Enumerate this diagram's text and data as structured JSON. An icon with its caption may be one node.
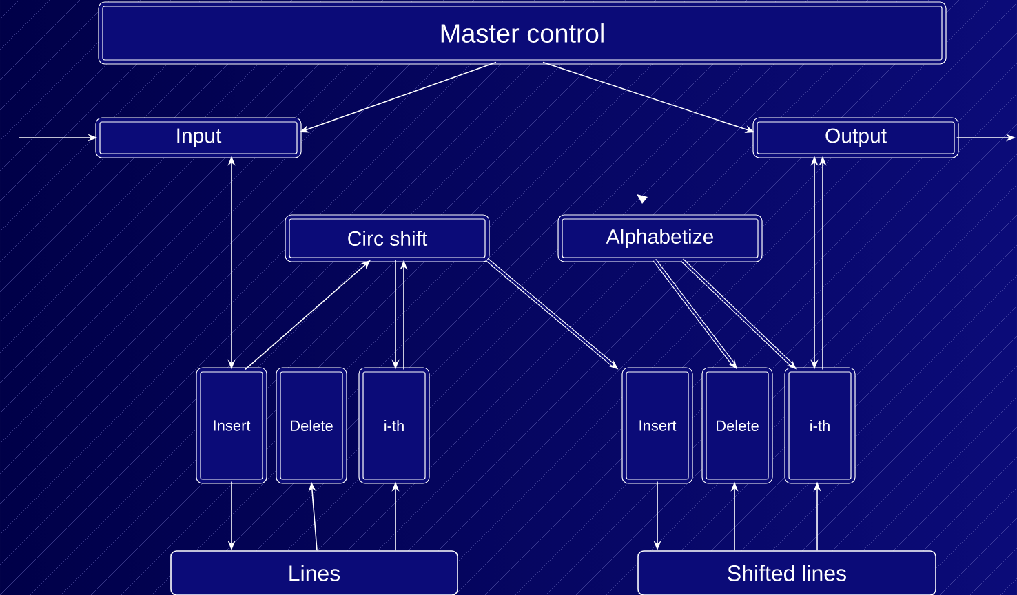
{
  "diagram": {
    "nodes": [
      {
        "text": [
          "Master control"
        ]
      },
      {
        "text": [
          "Input"
        ]
      },
      {
        "text": [
          "Output"
        ]
      },
      {
        "text": [
          "Circ shift"
        ]
      },
      {
        "text": [
          "Alphabetize"
        ]
      },
      {
        "text": [
          "Insert"
        ]
      },
      {
        "text": [
          "Delete"
        ]
      },
      {
        "text": [
          "i-th"
        ]
      },
      {
        "text": [
          "Insert"
        ]
      },
      {
        "text": [
          "Delete"
        ]
      },
      {
        "text": [
          "i-th"
        ]
      },
      {
        "text": [
          "Lines"
        ]
      },
      {
        "text": [
          "Shifted lines"
        ]
      }
    ],
    "edges": [
      {
        "from": null,
        "to": 1,
        "arrow": "to"
      },
      {
        "from": 0,
        "to": 1,
        "arrow": "to"
      },
      {
        "from": 0,
        "to": 2,
        "arrow": "to"
      },
      {
        "from": 2,
        "to": null,
        "arrow": "to"
      },
      {
        "from": 1,
        "to": 5,
        "arrow": "both"
      },
      {
        "from": 5,
        "to": 3,
        "arrow": "to"
      },
      {
        "from": 3,
        "to": 7,
        "arrow": "to"
      },
      {
        "from": 7,
        "to": 3,
        "arrow": "to"
      },
      {
        "from": 3,
        "to": 8,
        "arrow": "to",
        "style": "thick"
      },
      {
        "from": 4,
        "to": 9,
        "arrow": "to",
        "style": "thick"
      },
      {
        "from": 4,
        "to": 10,
        "arrow": "to",
        "style": "thick"
      },
      {
        "from": 10,
        "to": 2,
        "arrow": "both"
      },
      {
        "from": 10,
        "to": 2,
        "arrow": "to"
      },
      {
        "from": 5,
        "to": 11,
        "arrow": "to"
      },
      {
        "from": 11,
        "to": 6,
        "arrow": "to"
      },
      {
        "from": 11,
        "to": 7,
        "arrow": "to"
      },
      {
        "from": 8,
        "to": 12,
        "arrow": "to"
      },
      {
        "from": 12,
        "to": 9,
        "arrow": "to"
      },
      {
        "from": 12,
        "to": 10,
        "arrow": "to"
      }
    ]
  }
}
